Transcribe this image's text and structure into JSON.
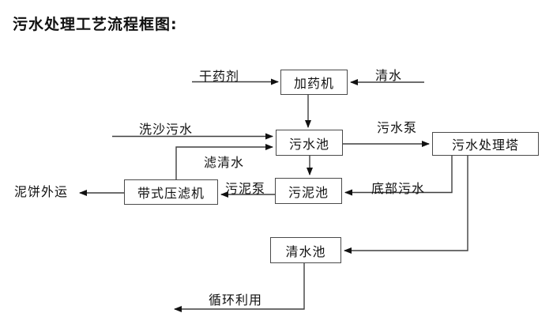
{
  "page_title": "污水处理工艺流程框图:",
  "diagram": {
    "nodes": {
      "dosing_machine": "加药机",
      "sewage_pool": "污水池",
      "treatment_tower": "污水处理塔",
      "sludge_pool": "污泥池",
      "belt_filter_press": "带式压滤机",
      "clean_water_pool": "清水池"
    },
    "flows": {
      "dry_agent": "干药剂",
      "clean_water": "清水",
      "sand_washing_sewage": "洗沙污水",
      "sewage_pump": "污水泵",
      "filtered_water": "滤清水",
      "sludge_pump": "污泥泵",
      "bottom_sewage": "底部污水",
      "mud_cake_outbound": "泥饼外运",
      "recycling": "循环利用"
    },
    "colors": {
      "line": "#3f3f3f",
      "arrowhead": "#111111",
      "text": "#111111",
      "node_border": "#4a4a4a",
      "background": "#ffffff"
    }
  }
}
